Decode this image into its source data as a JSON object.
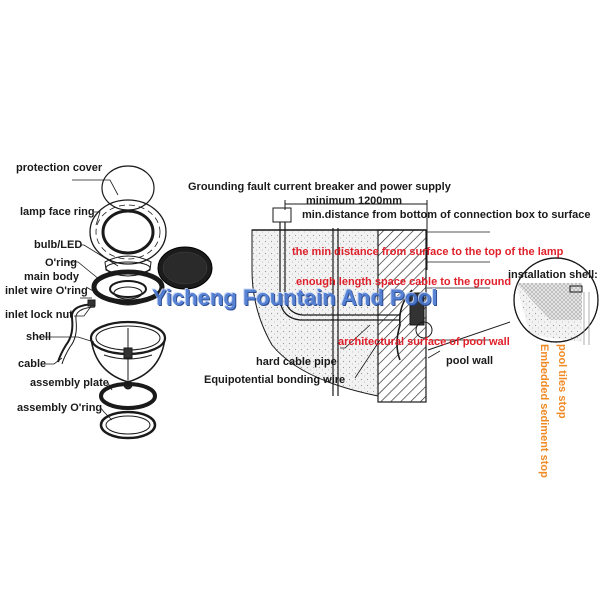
{
  "watermark": "Yicheng Fountain And Pool",
  "exploded_view": {
    "labels": [
      {
        "id": "protection-cover",
        "text": "protection cover"
      },
      {
        "id": "lamp-face-ring",
        "text": "lamp face ring"
      },
      {
        "id": "bulb-led",
        "text": "bulb/LED"
      },
      {
        "id": "o-ring",
        "text": "O'ring"
      },
      {
        "id": "main-body",
        "text": "main body"
      },
      {
        "id": "inlet-wire-o-ring",
        "text": "inlet wire O'ring"
      },
      {
        "id": "inlet-lock-nut",
        "text": "inlet lock nut"
      },
      {
        "id": "shell",
        "text": "shell"
      },
      {
        "id": "cable",
        "text": "cable"
      },
      {
        "id": "assembly-plate",
        "text": "assembly plate"
      },
      {
        "id": "assembly-o-ring",
        "text": "assembly O'ring"
      }
    ]
  },
  "installation": {
    "title": "Grounding fault current breaker and power supply",
    "min_distance": "minimum 1200mm",
    "connection_box": "min.distance from bottom of connection box to surface",
    "red_notes": {
      "top_of_lamp": "the min distance from surface to the top of the lamp",
      "cable_ground": "enough length space cable to the ground",
      "arch_surface": "architectural surface of pool wall"
    },
    "labels": {
      "hard_cable_pipe": "hard cable pipe",
      "equipotential": "Equipotential bonding wire",
      "pool_wall": "pool wall",
      "installation_shell": "installation shell:"
    },
    "orange_notes": {
      "pool_tiles": "pool tiles stop",
      "sediment": "Embedded sediment stop"
    }
  },
  "colors": {
    "line": "#1a1a1a",
    "red": "#e0202a",
    "orange": "#f08a24",
    "watermark": "#4a78d0"
  }
}
